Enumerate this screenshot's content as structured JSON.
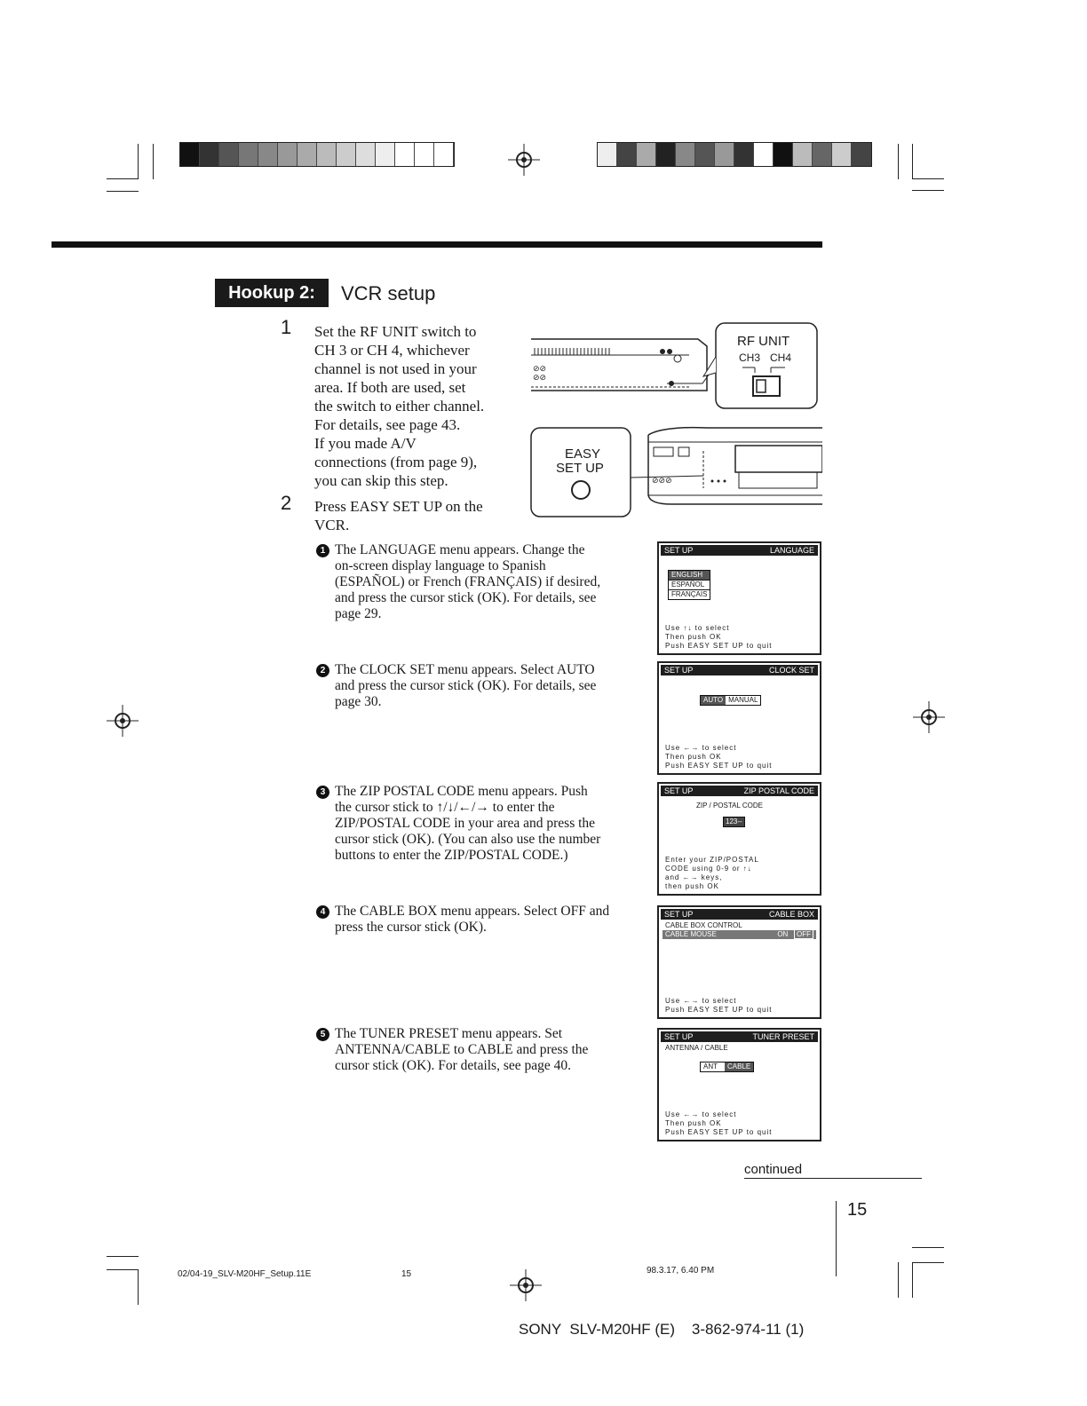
{
  "header": {
    "tag": "Hookup 2:",
    "title": "VCR setup"
  },
  "step1": {
    "number": "1",
    "lines": [
      "Set the RF UNIT switch to",
      "CH 3 or CH 4, whichever",
      "channel is not used in your",
      "area.  If both are used, set",
      "the switch to either channel.",
      "For details, see page 43.",
      "If you made A/V",
      "connections (from page 9),",
      "you can skip this step."
    ]
  },
  "step2": {
    "number": "2",
    "lines": [
      "Press EASY SET UP on the",
      "VCR."
    ]
  },
  "figure_rf": {
    "label": "RF UNIT",
    "ch3": "CH3",
    "ch4": "CH4"
  },
  "figure_easy": {
    "line1": "EASY",
    "line2": "SET UP"
  },
  "substeps": [
    {
      "bullet": "1",
      "lines": [
        "The LANGUAGE menu appears.  Change the",
        "on-screen display language to Spanish",
        "(ESPAÑOL) or French (FRANÇAIS) if desired,",
        "and press the cursor stick (OK).  For details, see",
        "page 29."
      ]
    },
    {
      "bullet": "2",
      "lines": [
        "The CLOCK SET menu appears.  Select AUTO",
        "and press the cursor stick (OK).  For details, see",
        "page 30."
      ]
    },
    {
      "bullet": "3",
      "lines": [
        "The ZIP POSTAL CODE menu appears.  Push",
        "the cursor stick to ↑/↓/←/→ to enter the",
        "ZIP/POSTAL CODE in your area and press the",
        "cursor stick (OK).  (You can also use the number",
        "buttons to enter the ZIP/POSTAL CODE.)"
      ]
    },
    {
      "bullet": "4",
      "lines": [
        "The CABLE BOX menu appears.  Select OFF and",
        "press the cursor stick (OK)."
      ]
    },
    {
      "bullet": "5",
      "lines": [
        "The TUNER PRESET menu appears.  Set",
        "ANTENNA/CABLE to CABLE and press the",
        "cursor stick (OK).  For details, see page 40."
      ]
    }
  ],
  "menus": [
    {
      "left": "SET UP",
      "right": "LANGUAGE",
      "options": [
        "ENGLISH",
        "ESPAÑOL",
        "FRANÇAIS"
      ],
      "footer": [
        "Use ↑↓ to select",
        "Then push OK",
        "Push EASY SET UP to quit"
      ]
    },
    {
      "left": "SET UP",
      "right": "CLOCK SET",
      "options": [
        "AUTO",
        "MANUAL"
      ],
      "footer": [
        "Use ←→ to select",
        "Then push OK",
        "Push EASY SET UP to quit"
      ]
    },
    {
      "left": "SET UP",
      "right": "ZIP POSTAL CODE",
      "label": "ZIP / POSTAL CODE",
      "value": "123--",
      "footer": [
        "Enter your ZIP/POSTAL",
        "CODE using 0-9 or ↑↓",
        "and ←→ keys,",
        "then push OK"
      ]
    },
    {
      "left": "SET UP",
      "right": "CABLE BOX",
      "label": "CABLE BOX CONTROL",
      "row": "CABLE MOUSE",
      "on": "ON",
      "off": "OFF",
      "footer": [
        "Use ←→ to select",
        "Push EASY SET UP to quit"
      ]
    },
    {
      "left": "SET UP",
      "right": "TUNER PRESET",
      "label": "ANTENNA / CABLE",
      "options": [
        "ANT",
        "CABLE"
      ],
      "footer": [
        "Use ←→ to select",
        "Then push OK",
        "Push EASY SET UP to quit"
      ]
    }
  ],
  "continued": "continued",
  "page_number": "15",
  "footer": {
    "file": "02/04-19_SLV-M20HF_Setup.11E",
    "page": "15",
    "timestamp": "98.3.17, 6.40 PM",
    "model": "SONY  SLV-M20HF (E)    3-862-974-11 (1)"
  }
}
